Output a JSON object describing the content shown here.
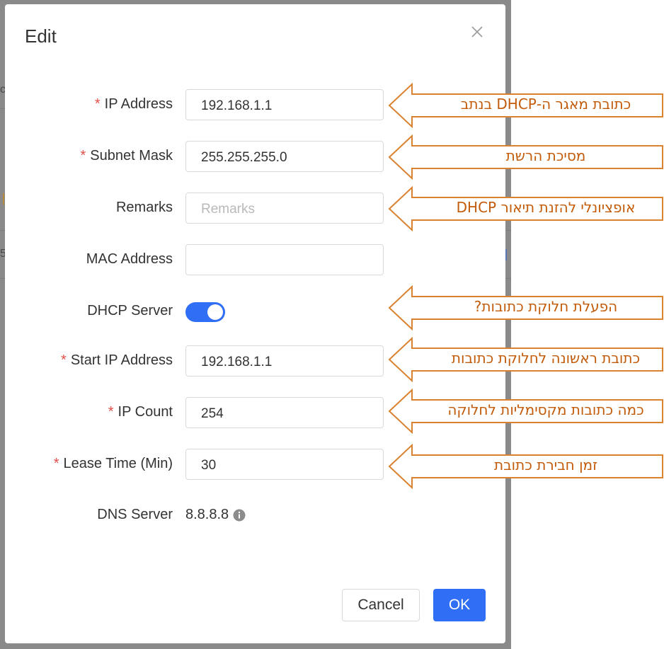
{
  "modal": {
    "title": "Edit",
    "close_icon": "close-icon"
  },
  "form": {
    "ip_address": {
      "label": "IP Address",
      "required": "*",
      "value": "192.168.1.1"
    },
    "subnet_mask": {
      "label": "Subnet Mask",
      "required": "*",
      "value": "255.255.255.0"
    },
    "remarks": {
      "label": "Remarks",
      "value": "",
      "placeholder": "Remarks"
    },
    "mac_address": {
      "label": "MAC Address",
      "value": ""
    },
    "dhcp_server": {
      "label": "DHCP Server",
      "enabled": true
    },
    "start_ip": {
      "label": "Start IP Address",
      "required": "*",
      "value": "192.168.1.1"
    },
    "ip_count": {
      "label": "IP Count",
      "required": "*",
      "value": "254"
    },
    "lease_time": {
      "label": "Lease Time (Min)",
      "required": "*",
      "value": "30"
    },
    "dns_server": {
      "label": "DNS Server",
      "value": "8.8.8.8",
      "info_icon": "info-icon"
    }
  },
  "buttons": {
    "cancel": "Cancel",
    "ok": "OK"
  },
  "callouts": {
    "ip_address": "כתובת מאגר ה-DHCP בנתב",
    "subnet_mask": "מסיכת הרשת",
    "remarks": "אופציונלי להזנת תיאור DHCP",
    "dhcp_server": "הפעלת חלוקת כתובות?",
    "start_ip": "כתובת ראשונה לחלוקת כתובות",
    "ip_count": "כמה כתובות מקסימליות לחלוקה",
    "lease_time": "זמן חבירת כתובת"
  },
  "background": {
    "fragment_left_1": "c",
    "fragment_left_2": "5"
  },
  "colors": {
    "accent": "#2f6ef5",
    "required": "#e0504a",
    "callout": "#c25b0a",
    "backdrop": "#8a8a8a"
  }
}
